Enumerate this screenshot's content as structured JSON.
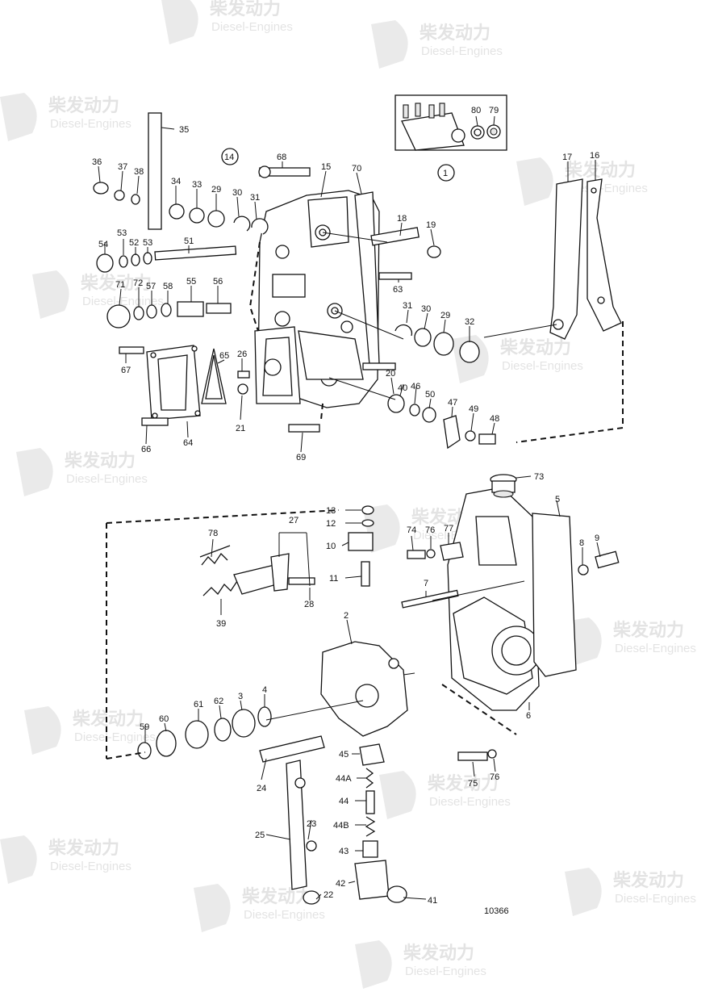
{
  "watermark": {
    "brand_cn": "柴发动力",
    "brand_en": "Diesel-Engines"
  },
  "drawing": {
    "ref_number": "10366",
    "group_markers": [
      "14",
      "1"
    ],
    "inset_labels": [
      "80",
      "79"
    ],
    "callouts": [
      "35",
      "36",
      "37",
      "38",
      "34",
      "33",
      "29",
      "30",
      "31",
      "68",
      "15",
      "70",
      "18",
      "19",
      "54",
      "53",
      "52",
      "53",
      "51",
      "63",
      "71",
      "72",
      "57",
      "58",
      "55",
      "56",
      "31",
      "30",
      "29",
      "32",
      "17",
      "16",
      "67",
      "65",
      "26",
      "21",
      "20",
      "40",
      "46",
      "50",
      "47",
      "49",
      "48",
      "66",
      "64",
      "69",
      "73",
      "5",
      "13",
      "12",
      "10",
      "11",
      "27",
      "78",
      "74",
      "76",
      "77",
      "8",
      "9",
      "28",
      "39",
      "7",
      "2",
      "59",
      "60",
      "61",
      "62",
      "3",
      "4",
      "6",
      "45",
      "44A",
      "44",
      "44B",
      "43",
      "42",
      "41",
      "24",
      "23",
      "25",
      "22",
      "75",
      "76"
    ]
  }
}
